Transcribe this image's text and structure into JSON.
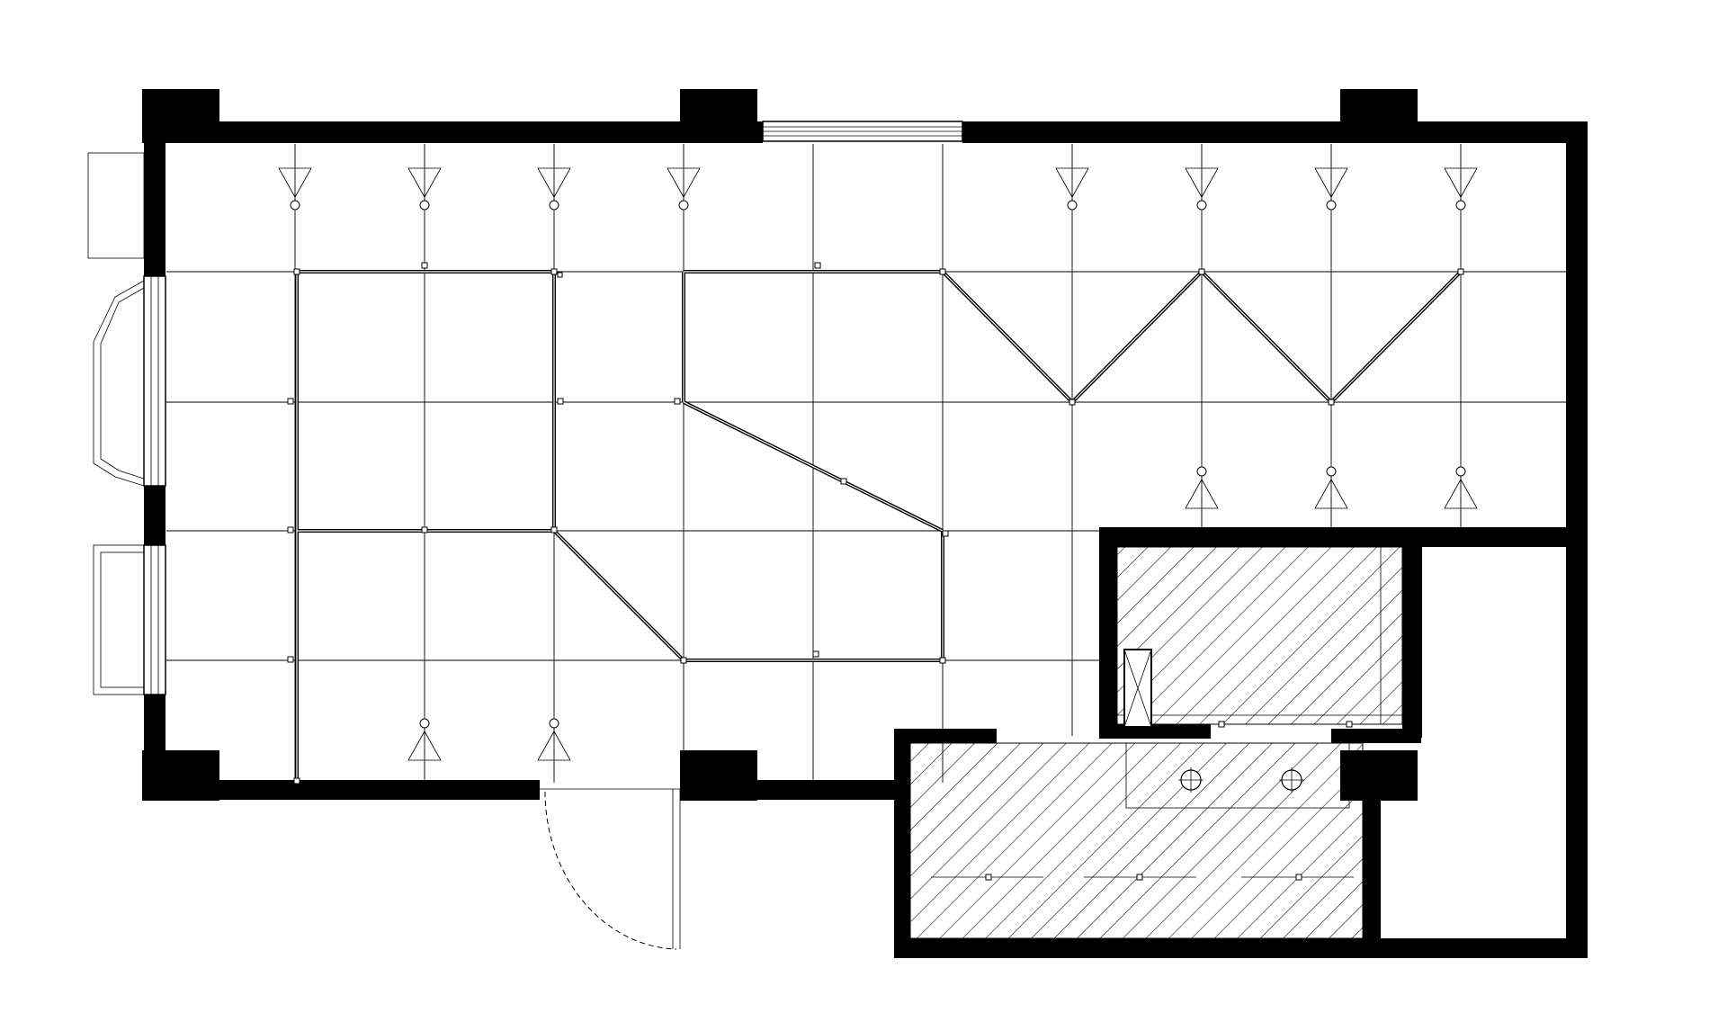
{
  "drawing": {
    "type": "floor-plan",
    "view": "plan",
    "style": "black-and-white line drawing",
    "colors": {
      "ink": "#000000",
      "paper": "#ffffff"
    }
  },
  "legend_symbols": {
    "triangle_fixture": "downlight-symbol",
    "hatched_area": "wet-room-hatching",
    "circle_cross": "floor-drain-symbol",
    "dashed_arc": "door-swing"
  },
  "counts": {
    "top_triangle_fixtures": 8,
    "bottom_triangle_fixtures": 5,
    "hatched_rooms": 2,
    "floor_drains": 2,
    "windows": 3
  }
}
